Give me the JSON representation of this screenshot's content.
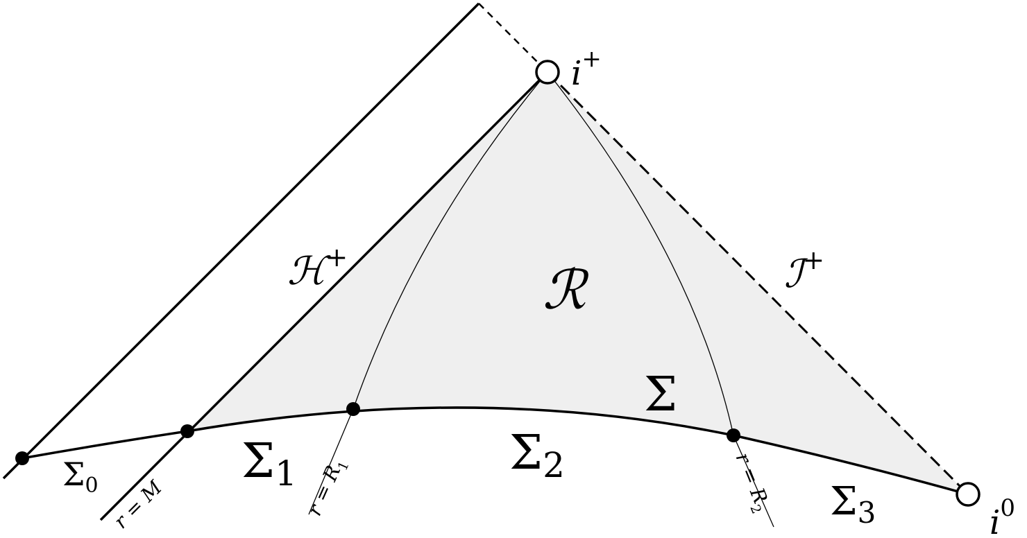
{
  "labels": {
    "i_plus": {
      "base": "i",
      "sup": "+"
    },
    "i_zero": {
      "base": "i",
      "sup": "0"
    },
    "h_plus": {
      "base": "ℋ",
      "sup": "+"
    },
    "scri_plus": {
      "base": "ℐ",
      "sup": "+"
    },
    "region": "ℛ",
    "sigma": "Σ",
    "sigma0": {
      "base": "Σ",
      "sub": "0"
    },
    "sigma1": {
      "base": "Σ",
      "sub": "1"
    },
    "sigma2": {
      "base": "Σ",
      "sub": "2"
    },
    "sigma3": {
      "base": "Σ",
      "sub": "3"
    },
    "r_m": "r = M",
    "r_r1": {
      "base": "r = R",
      "sub": "1"
    },
    "r_r2": {
      "base": "r = R",
      "sub": "2"
    }
  },
  "colors": {
    "region_fill": "#efefef",
    "stroke": "#000000",
    "open_point_fill": "#ffffff"
  }
}
